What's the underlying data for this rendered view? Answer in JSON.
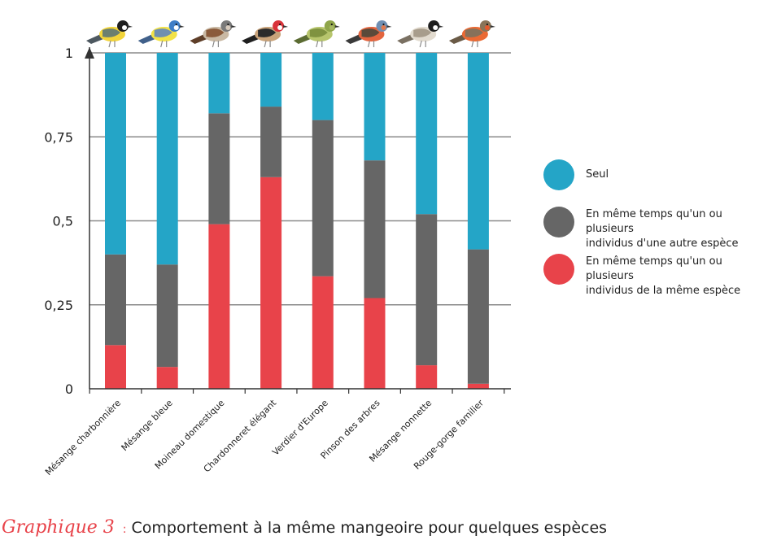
{
  "chart_data": {
    "type": "bar",
    "stacked": true,
    "categories": [
      "Mésange charbonnière",
      "Mésange bleue",
      "Moineau domestique",
      "Chardonneret élégant",
      "Verdier d'Europe",
      "Pinson des arbres",
      "Mésange nonnette",
      "Rouge-gorge familier"
    ],
    "series": [
      {
        "name": "En même temps qu'un ou plusieurs individus de la même espèce",
        "color": "#e8434a",
        "values": [
          0.13,
          0.065,
          0.49,
          0.63,
          0.335,
          0.27,
          0.07,
          0.015
        ]
      },
      {
        "name": "En même temps qu'un ou plusieurs individus d'une autre espèce",
        "color": "#666666",
        "values": [
          0.27,
          0.305,
          0.33,
          0.21,
          0.465,
          0.41,
          0.45,
          0.4
        ]
      },
      {
        "name": "Seul",
        "color": "#24a5c7",
        "values": [
          0.6,
          0.63,
          0.18,
          0.16,
          0.2,
          0.32,
          0.48,
          0.585
        ]
      }
    ],
    "yticks": [
      "0",
      "0,25",
      "0,5",
      "0,75",
      "1"
    ],
    "ylim": [
      0,
      1
    ],
    "grid": true,
    "legend_position": "right",
    "bird_icons": [
      "great-tit-icon",
      "blue-tit-icon",
      "house-sparrow-icon",
      "goldfinch-icon",
      "greenfinch-icon",
      "chaffinch-icon",
      "marsh-tit-icon",
      "robin-icon"
    ]
  },
  "legend": [
    {
      "label_lines": [
        "Seul"
      ],
      "color": "#24a5c7"
    },
    {
      "label_lines": [
        "En même temps qu'un ou plusieurs",
        "individus d'une autre espèce"
      ],
      "color": "#666666"
    },
    {
      "label_lines": [
        "En même temps qu'un ou plusieurs",
        "individus de la même espèce"
      ],
      "color": "#e8434a"
    }
  ],
  "caption": {
    "prefix": "Graphique 3",
    "separator": ":",
    "text": "Comportement à la même mangeoire pour quelques espèces"
  }
}
